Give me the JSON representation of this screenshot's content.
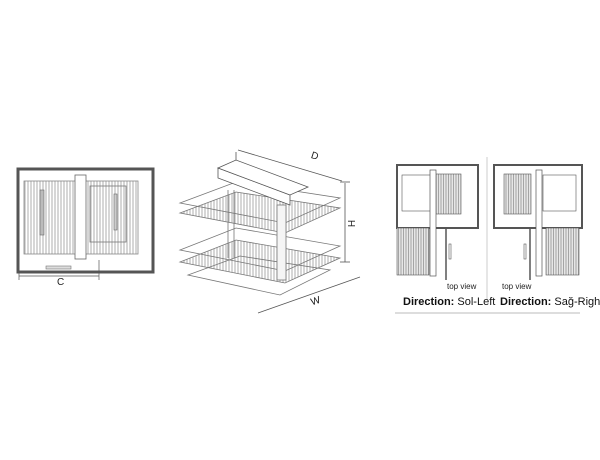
{
  "front_view": {
    "dimension_c": "C"
  },
  "isometric_view": {
    "dimension_d": "D",
    "dimension_h": "H",
    "dimension_w": "W"
  },
  "directions": [
    {
      "caption": "top view",
      "label": "Direction:",
      "value": "Sol-Left"
    },
    {
      "caption": "top view",
      "label": "Direction:",
      "value": "Sağ-Right"
    }
  ],
  "colors": {
    "frame": "#555555",
    "line": "#777777",
    "panel": "#f2f2f2"
  }
}
